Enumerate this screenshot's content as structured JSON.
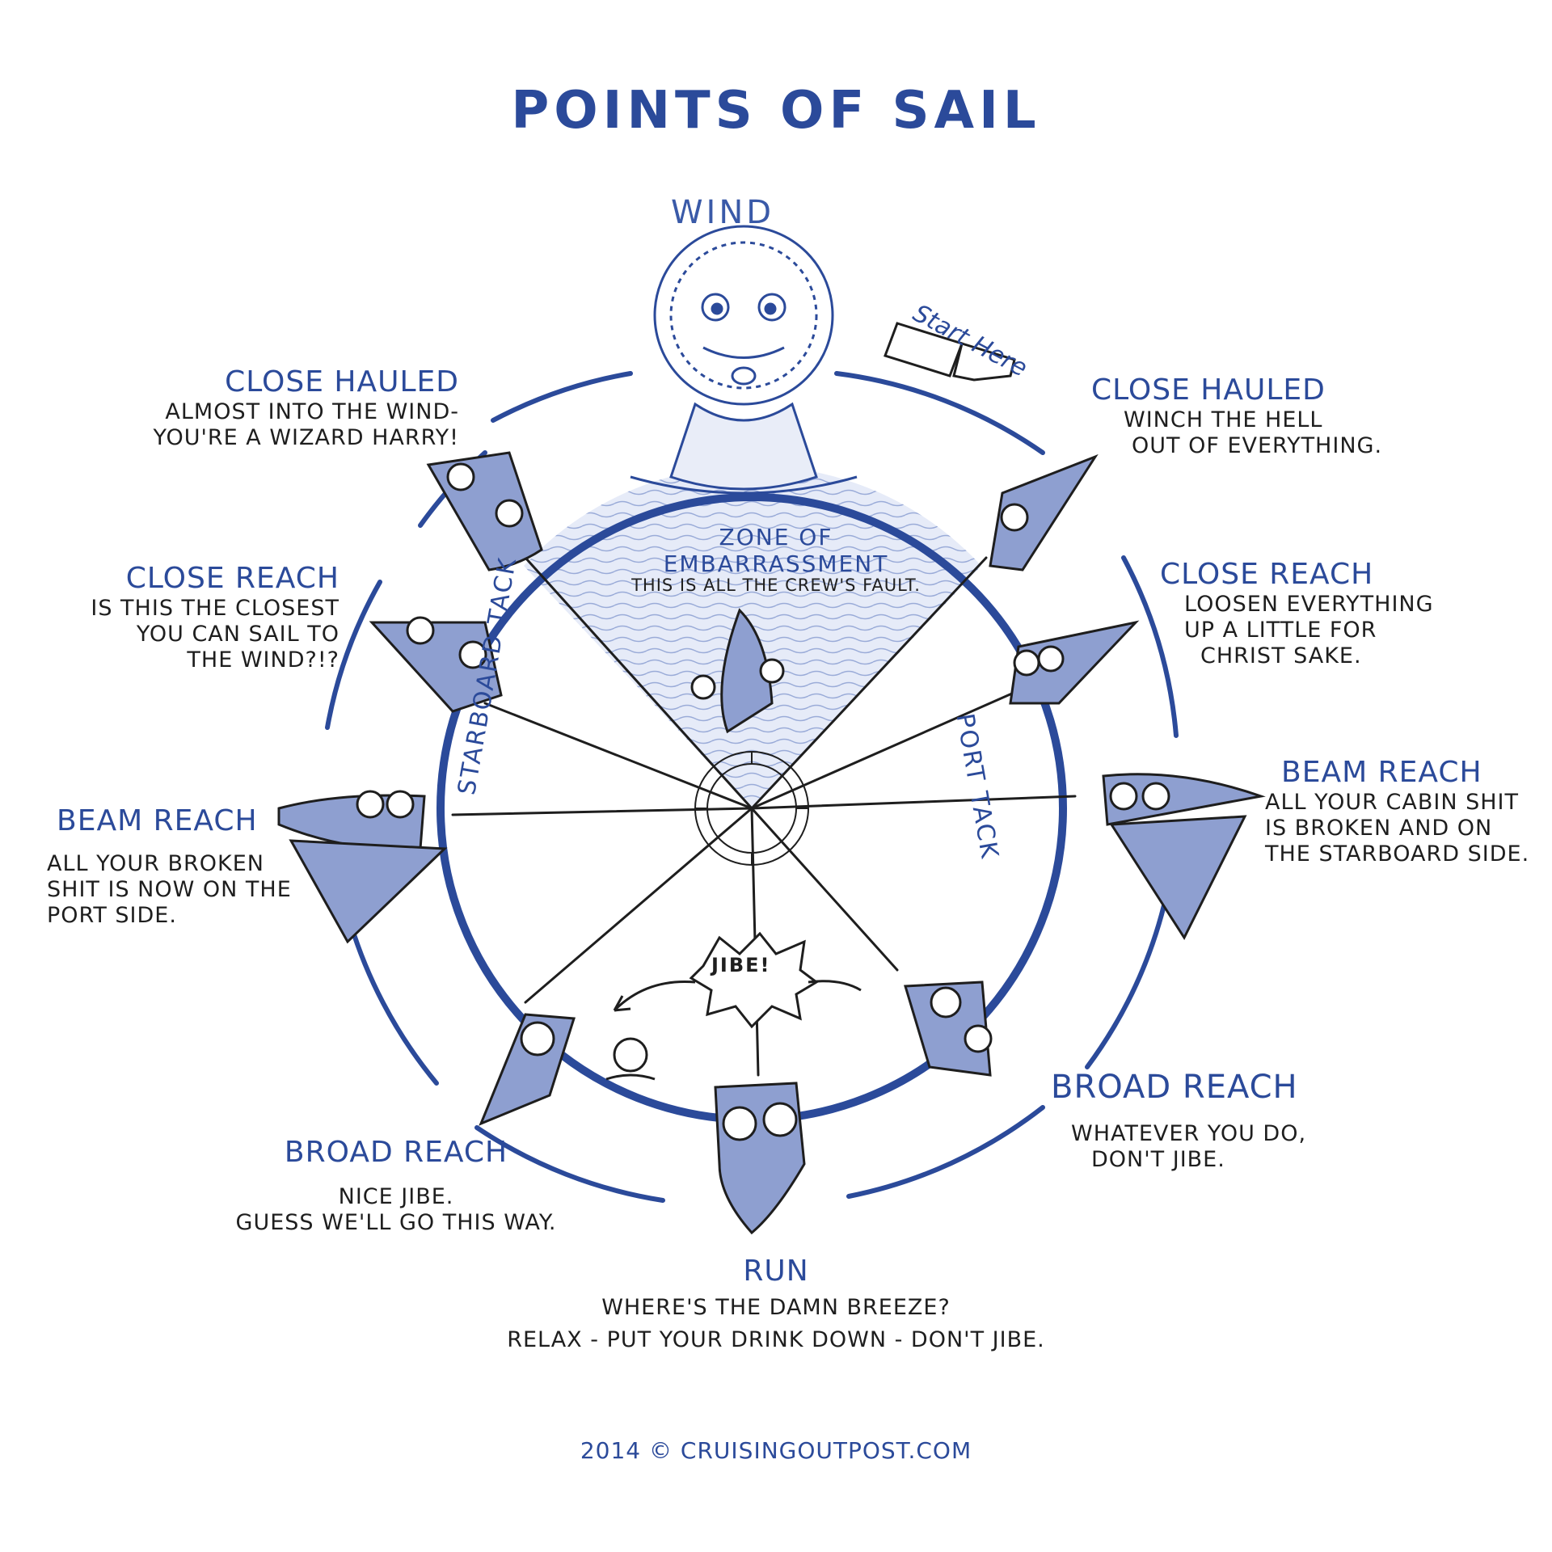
{
  "title": "POINTS OF SAIL",
  "wind_label": "WIND",
  "start_here": "Start Here",
  "zone": {
    "title_line1": "ZONE OF",
    "title_line2": "EMBARRASSMENT",
    "subtitle": "THIS IS ALL THE CREW'S FAULT."
  },
  "tacks": {
    "starboard": "STARBOARD TACK",
    "port": "PORT TACK"
  },
  "jibe": "JIBE!",
  "points": {
    "left_close_hauled": {
      "heading": "CLOSE HAULED",
      "lines": [
        "ALMOST INTO THE WIND-",
        "YOU'RE A WIZARD HARRY!"
      ]
    },
    "right_close_hauled": {
      "heading": "CLOSE HAULED",
      "lines": [
        "WINCH THE HELL",
        "OUT OF EVERYTHING."
      ]
    },
    "left_close_reach": {
      "heading": "CLOSE REACH",
      "lines": [
        "IS THIS THE CLOSEST",
        "YOU CAN SAIL TO",
        "THE WIND?!?"
      ]
    },
    "right_close_reach": {
      "heading": "CLOSE REACH",
      "lines": [
        "LOOSEN EVERYTHING",
        "UP A LITTLE FOR",
        "CHRIST SAKE."
      ]
    },
    "left_beam_reach": {
      "heading": "BEAM REACH",
      "lines": [
        "ALL YOUR BROKEN",
        "SHIT IS NOW ON THE",
        "PORT SIDE."
      ]
    },
    "right_beam_reach": {
      "heading": "BEAM REACH",
      "lines": [
        "ALL YOUR CABIN SHIT",
        "IS BROKEN AND ON",
        "THE STARBOARD SIDE."
      ]
    },
    "left_broad_reach": {
      "heading": "BROAD REACH",
      "lines": [
        "NICE JIBE.",
        "GUESS WE'LL GO THIS WAY."
      ]
    },
    "right_broad_reach": {
      "heading": "BROAD REACH",
      "lines": [
        "WHATEVER YOU DO,",
        "DON'T JIBE."
      ]
    },
    "run": {
      "heading": "RUN",
      "lines": [
        "WHERE'S THE DAMN BREEZE?",
        "RELAX - PUT YOUR DRINK DOWN - DON'T JIBE."
      ]
    }
  },
  "copyright": "2014 © CRUISINGOUTPOST.COM",
  "colors": {
    "ink_blue": "#2b4a9a",
    "boat_fill": "#8e9fd0",
    "water": "#c8d2ee",
    "ink": "#1e1e1e"
  },
  "icons": [
    "wind-face-icon",
    "pointing-hand-icon",
    "compass-rose-icon",
    "sailboat-icon",
    "jibe-burst-icon",
    "swimmer-icon"
  ]
}
